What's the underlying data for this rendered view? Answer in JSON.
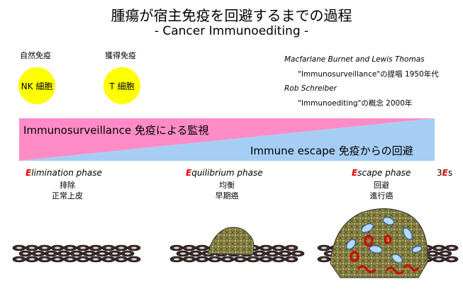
{
  "header": {
    "title": "腫瘍が宿主免疫を回避するまでの過程",
    "subtitle": "- Cancer Immunoediting -"
  },
  "immune_cells": [
    {
      "category": "自然免疫",
      "cell": "NK 細胞"
    },
    {
      "category": "獲得免疫",
      "cell": "T 細胞"
    }
  ],
  "history": {
    "line1": "Macfarlane Burnet and Lewis Thomas",
    "line2": "\"Immunosurveillance\"の提唱 1950年代",
    "line3": "Rob Schreiber",
    "line4": "\"Immunoediting\"の概念 2000年"
  },
  "gradient_bar": {
    "top_label": "Immunosurveillance 免疫による監視",
    "bottom_label": "Immune escape 免疫からの回避",
    "top_color": "#ff8cc6",
    "bottom_color": "#a6cef5"
  },
  "phases": [
    {
      "initial": "E",
      "rest": "limination phase",
      "line1": "排除",
      "line2": "正常上皮"
    },
    {
      "initial": "E",
      "rest": "quilibrium phase",
      "line1": "均衡",
      "line2": "早期癌"
    },
    {
      "initial": "E",
      "rest": "scape phase",
      "line1": "回避",
      "line2": "進行癌"
    }
  ],
  "three_es": {
    "prefix": "3",
    "initial": "E",
    "suffix": "s"
  },
  "colors": {
    "accent": "#e60000",
    "cell_yellow": "#ffff00",
    "tumor_green": "#8f8a4a",
    "epithelium_dark": "#3a2a2a"
  }
}
